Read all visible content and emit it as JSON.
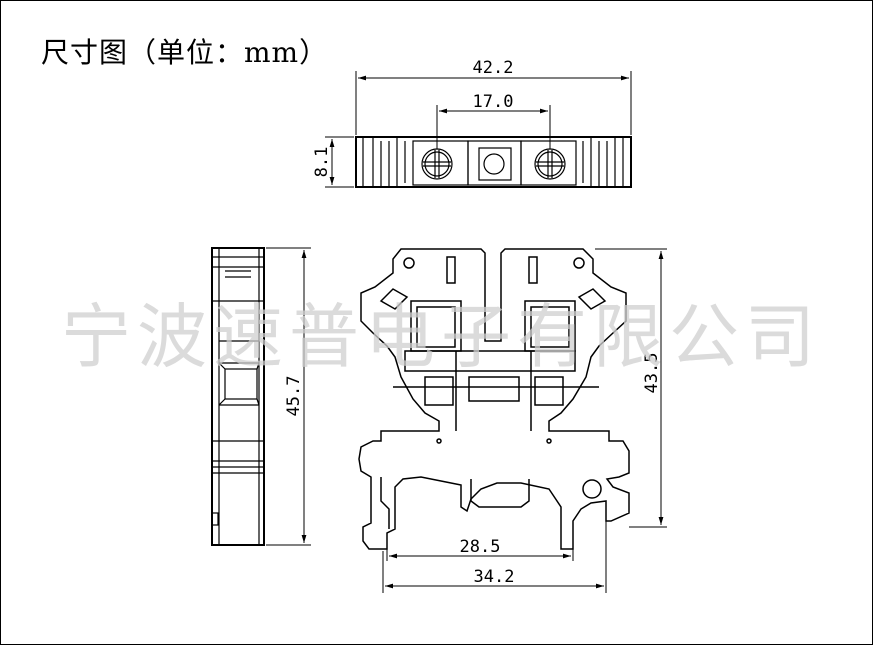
{
  "title": "尺寸图（单位：mm）",
  "watermark": "宁波速普电子有限公司",
  "dimensions": {
    "top_width": "42.2",
    "top_pitch": "17.0",
    "top_height": "8.1",
    "side_height": "45.7",
    "front_height": "43.5",
    "rail_inner": "28.5",
    "rail_outer": "34.2"
  }
}
